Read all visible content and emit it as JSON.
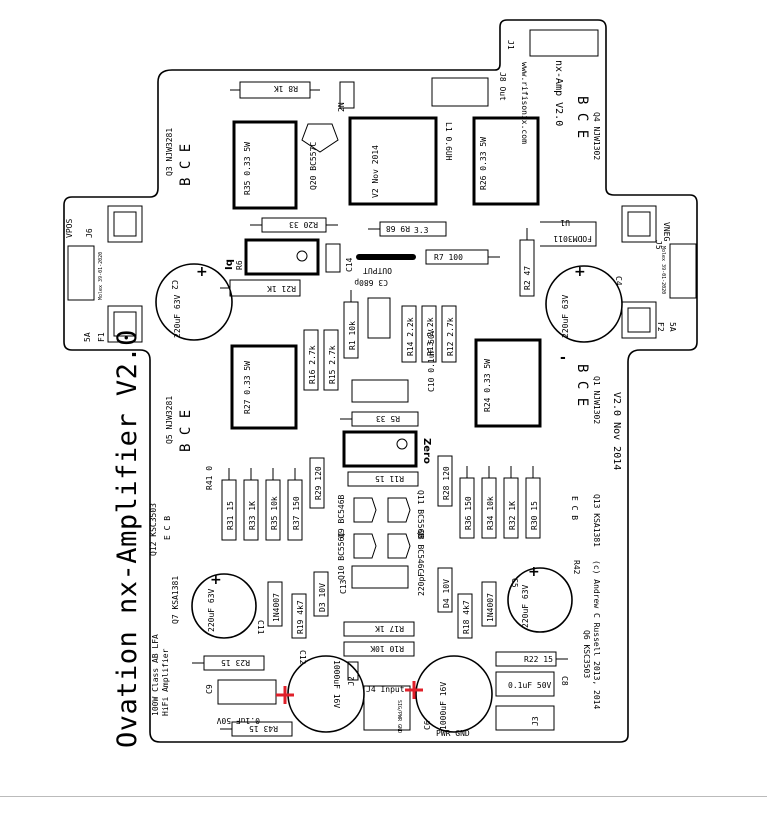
{
  "board": {
    "title": "Ovation nx-Amplifier V2.0",
    "version": "V2.0 Nov 2014",
    "brand": "nx-Amp  V2.0",
    "site": "www.rifisonix.com",
    "copyright": "(c) Andrew C Russell 2013, 2014",
    "design_note_1": "100W Class AB LFA",
    "design_note_2": "HiFi Amplifier",
    "bce": "B  C  E",
    "minus": "-"
  },
  "labels": {
    "r8": "R8   1K",
    "c7_2n": "2N",
    "j8": "J8 Out",
    "j1": "J1",
    "l1": "L1  0.6UH",
    "v2nov": "V2   Nov  2014",
    "r35": "R35   0.33  5W",
    "r26": "R26   0.33  5W",
    "q20": "Q20  BC557C",
    "q3": "Q3  NJW3281",
    "q4": "Q4  NJW1302",
    "r20": "R20  33",
    "r9": "R9  68",
    "r9v": "3.3",
    "r7": "R7   100",
    "r6": "R6",
    "iq": "Iq",
    "r21": "R21   1K",
    "c14": "C14",
    "c2": "220uF 63V",
    "c2n": "C2",
    "vpos": "VPOS",
    "j6": "J6",
    "f1": "F1",
    "f1a": "5A",
    "c4": "220uF 63V",
    "c4n": "C4",
    "vneg": "VNEG",
    "j5": "J5",
    "f2": "F2",
    "f2a": "5A",
    "u1": "U1",
    "u1p": "FODM3011",
    "r2": "R2   47",
    "output": "OUTPUT",
    "c3": "C3  680p",
    "r1": "R1  10k",
    "r14": "R14  2.2k",
    "r13": "R13  2.2k",
    "r12": "R12  2.7k",
    "r16": "R16  2.7k",
    "r15": "R15  2.7k",
    "r27": "R27   0.33  5W",
    "r24": "R24   0.33  5W",
    "q5": "Q5  NJW3281",
    "q1": "Q1  NJW1302",
    "c10": "C10  0.1uF 50V",
    "r5": "R5   33",
    "zero": "Zero",
    "r41": "R41  0",
    "r31": "R31 15",
    "r33": "R33 1K",
    "r35b": "R35 10k",
    "r37": "R37 150",
    "r29": "R29 120",
    "r11": "R11  15",
    "r28": "R28  120",
    "r36": "R36 150",
    "r34": "R34 10k",
    "r32": "R32 1K",
    "r30": "R30 15",
    "q12": "Q12 KSC3503",
    "q9": "Q9 BC546B",
    "q11": "Q11 BC556B",
    "q10": "Q10 BC556C",
    "q8": "Q8 BC546C",
    "q13": "Q13 KSA1381",
    "q7": "Q7 KSA1381",
    "q6": "Q6 KSC3503",
    "ecb": "E C B",
    "c11": "220uF 63V",
    "c11n": "C11",
    "c5": "220uF 63V",
    "c5n": "C5",
    "d2": "1N4007",
    "d3": "D3 10V",
    "d4": "D4 10V",
    "d1": "1N4007",
    "r19": "R19 4k7",
    "r18": "R18 4k7",
    "c13": "C13",
    "c13v": "220pF",
    "r42": "R42",
    "r17": "R17   1K",
    "r10": "R10   10K",
    "j2": "J2",
    "j4": "J4 Input",
    "r23": "R23  15",
    "r22": "R22  15",
    "c9": "C9",
    "c9v": "0.1uF 50V",
    "c8v": "0.1uF 50V",
    "c8": "C8",
    "c12": "1000uF 16V",
    "c12n": "C12",
    "c6": "1000uF 16V",
    "c6n": "C6",
    "r43": "R43  15",
    "j3": "J3",
    "pwr": "PWR GND",
    "sig": "SIG/PWR GND",
    "molex": "Molex 39-01-2020",
    "plus": "+"
  },
  "colors": {
    "outline": "#000000",
    "marker": "#e0202a",
    "background": "#ffffff"
  }
}
